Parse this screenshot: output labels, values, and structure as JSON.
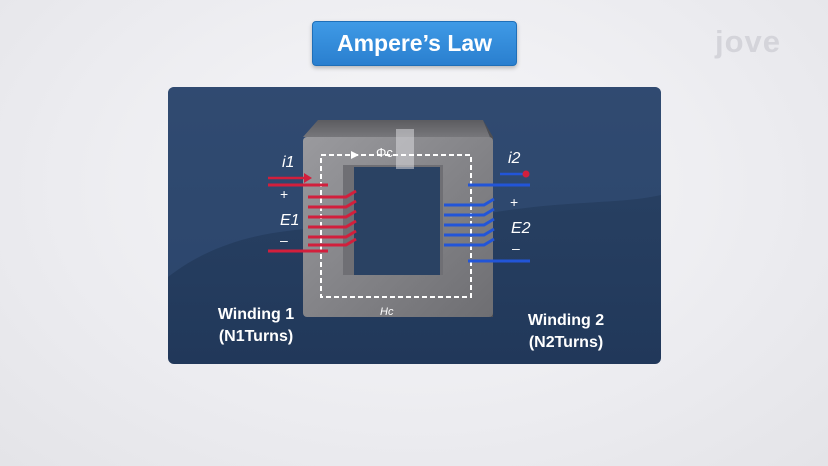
{
  "title": "Ampere’s Law",
  "logo": "jove",
  "diagram": {
    "flux_label": "Φc",
    "field_label": "Hc",
    "current1": "i1",
    "current2": "i2",
    "emf1": "E1",
    "emf2": "E2",
    "plus": "+",
    "minus": "–",
    "winding1": {
      "name": "Winding 1",
      "turns": "(N1Turns)"
    },
    "winding2": {
      "name": "Winding 2",
      "turns": "(N2Turns)"
    }
  },
  "colors": {
    "panel": "#2f4a6e",
    "winding1": "#d21f3c",
    "winding2": "#2255d8",
    "core": "#8a8a8e",
    "title_badge": "#3391de"
  }
}
